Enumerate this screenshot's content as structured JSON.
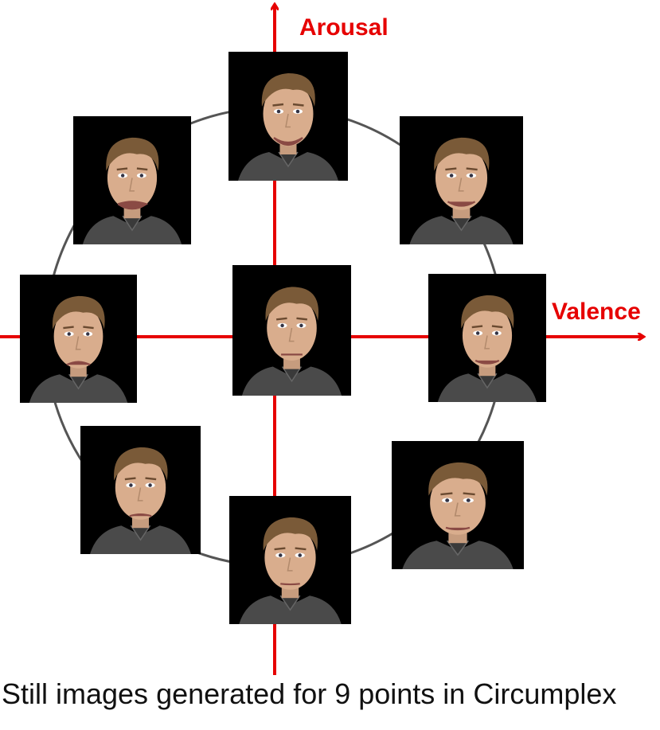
{
  "axes": {
    "vertical_label": "Arousal",
    "horizontal_label": "Valence"
  },
  "caption": "Still images generated for 9 points in Circumplex",
  "colors": {
    "axis": "#e60000",
    "circle": "#555555",
    "tile_bg": "#000000"
  },
  "faces": [
    {
      "id": "top",
      "expression": "high-arousal"
    },
    {
      "id": "top-left",
      "expression": "high-arousal-negative"
    },
    {
      "id": "top-right",
      "expression": "high-arousal-positive"
    },
    {
      "id": "left",
      "expression": "negative"
    },
    {
      "id": "center",
      "expression": "neutral"
    },
    {
      "id": "right",
      "expression": "positive"
    },
    {
      "id": "bottom-left",
      "expression": "low-arousal-negative"
    },
    {
      "id": "bottom",
      "expression": "low-arousal"
    },
    {
      "id": "bottom-right",
      "expression": "low-arousal-positive"
    }
  ]
}
